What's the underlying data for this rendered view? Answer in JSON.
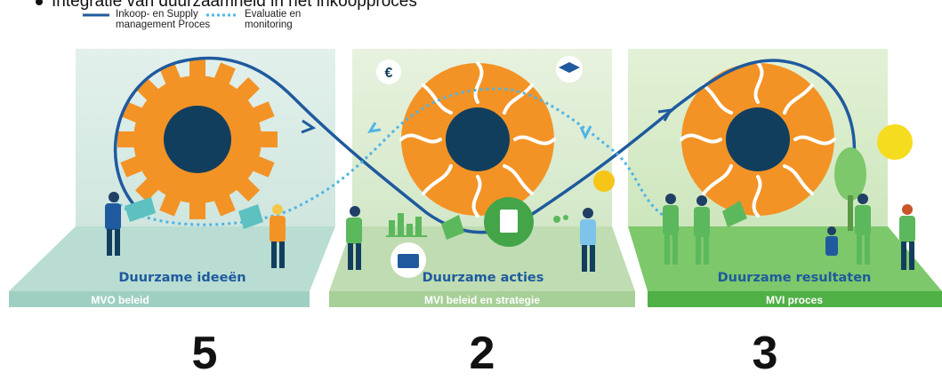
{
  "header": {
    "title": "Integratie van duurzaamheid in het inkoopproces"
  },
  "legend": {
    "solid_line_label_1": "Inkoop- en Supply",
    "solid_line_label_2": "management Proces",
    "dotted_line_label_1": "Evaluatie en",
    "dotted_line_label_2": "monitoring"
  },
  "stages": [
    {
      "title": "Duurzame ideeën",
      "subtitle": "MVO beleid",
      "number": "5"
    },
    {
      "title": "Duurzame acties",
      "subtitle": "MVI beleid en strategie",
      "number": "2"
    },
    {
      "title": "Duurzame resultaten",
      "subtitle": "MVI proces",
      "number": "3"
    }
  ],
  "icons": {
    "euro_symbol": "€"
  },
  "colors": {
    "dark_blue": "#1f5a9e",
    "light_dotted_blue": "#4fb4e6",
    "orange": "#f39325",
    "hub_navy": "#123e5e",
    "green": "#4caf50",
    "floor_teal": "#9fcfc3",
    "floor_green": "#57b84c"
  }
}
